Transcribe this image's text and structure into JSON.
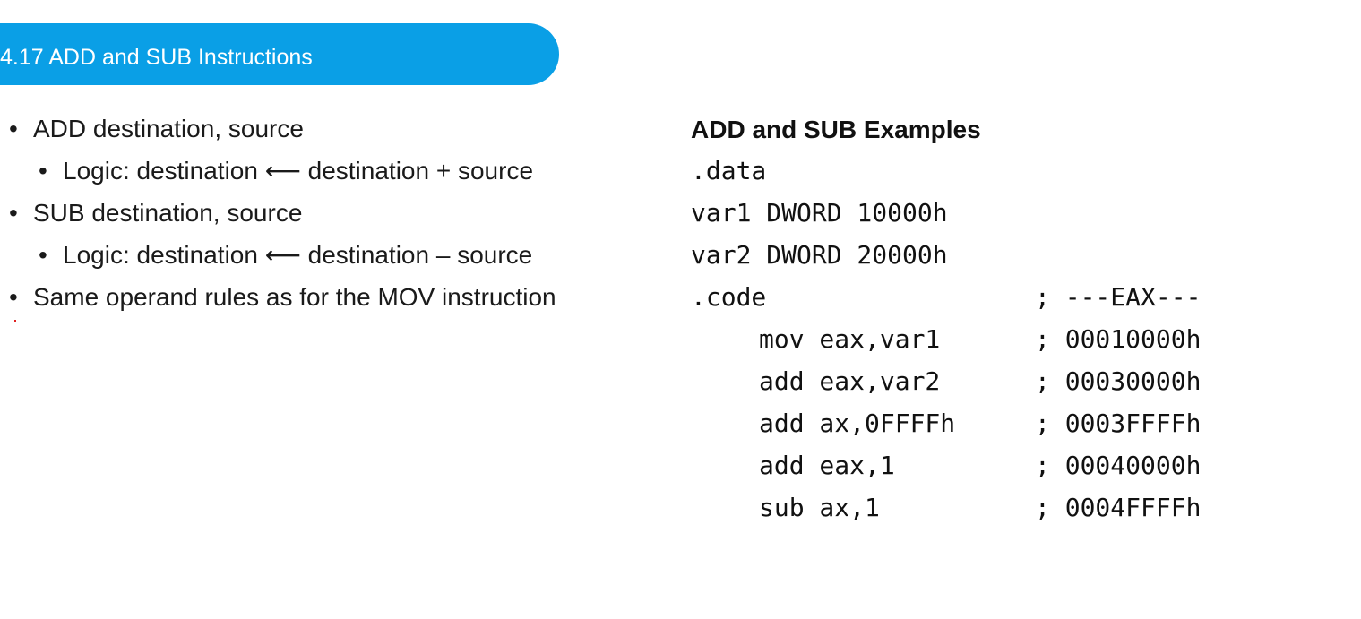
{
  "slide": {
    "title": "4.17 ADD and SUB Instructions",
    "bullets": [
      {
        "text": "ADD destination, source",
        "level": 1
      },
      {
        "text": "Logic: destination ⟵ destination + source",
        "level": 2
      },
      {
        "text": "SUB destination, source",
        "level": 1
      },
      {
        "text": "Logic: destination ⟵ destination – source",
        "level": 2
      },
      {
        "text": "Same operand rules as for the MOV instruction",
        "level": 1
      }
    ],
    "bullet_glyph": "•"
  },
  "examples": {
    "heading": "ADD and SUB Examples",
    "data_section": ".data",
    "vars": [
      "var1 DWORD 10000h",
      "var2 DWORD 20000h"
    ],
    "code_section": ".code",
    "header_comment": "; ---EAX---",
    "instructions": [
      {
        "code": "mov eax,var1",
        "comment": "; 00010000h"
      },
      {
        "code": "add eax,var2",
        "comment": "; 00030000h"
      },
      {
        "code": "add ax,0FFFFh",
        "comment": "; 0003FFFFh"
      },
      {
        "code": "add eax,1",
        "comment": "; 00040000h"
      },
      {
        "code": "sub ax,1",
        "comment": "; 0004FFFFh"
      }
    ]
  },
  "colors": {
    "banner": "#0a9fe6",
    "text": "#1a1a1a"
  }
}
